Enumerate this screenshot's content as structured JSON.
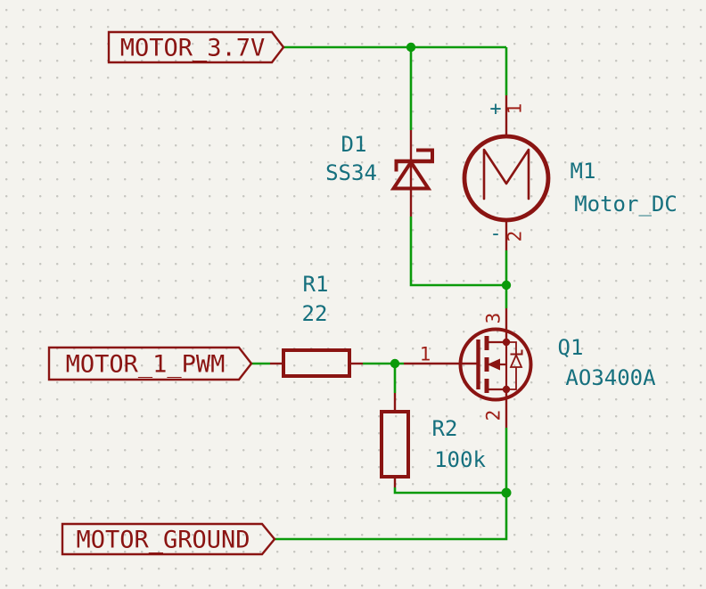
{
  "editor": {
    "kind": "schematic-canvas"
  },
  "colors": {
    "background": "#f4f3ee",
    "grid_dot": "#c6c5c0",
    "wire_green": "#0a9a0a",
    "symbol_dark_red": "#8a1412",
    "pin_number_red": "#9e1e16",
    "field_teal": "#16707e"
  },
  "net_labels": {
    "power": {
      "text": "MOTOR_3.7V"
    },
    "pwm": {
      "text": "MOTOR_1_PWM"
    },
    "ground": {
      "text": "MOTOR_GROUND"
    }
  },
  "components": {
    "d1": {
      "ref": "D1",
      "value": "SS34"
    },
    "m1": {
      "ref": "M1",
      "value": "Motor_DC",
      "symbol_letter": "M",
      "pin1_num": "1",
      "pin1_name": "+",
      "pin2_num": "2",
      "pin2_name": "-"
    },
    "r1": {
      "ref": "R1",
      "value": "22"
    },
    "r2": {
      "ref": "R2",
      "value": "100k"
    },
    "q1": {
      "ref": "Q1",
      "value": "AO3400A",
      "pin_drain_num": "3",
      "pin_gate_num": "1",
      "pin_source_num": "2"
    }
  }
}
